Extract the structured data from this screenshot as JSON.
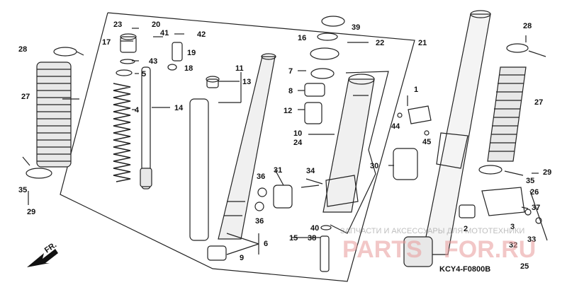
{
  "diagram": {
    "part_labels": {
      "p1": "1",
      "p2": "2",
      "p3": "3",
      "p4": "4",
      "p5": "5",
      "p6": "6",
      "p7": "7",
      "p8": "8",
      "p9": "9",
      "p10": "10",
      "p11": "11",
      "p12": "12",
      "p13": "13",
      "p14": "14",
      "p15": "15",
      "p16": "16",
      "p17": "17",
      "p18": "18",
      "p19": "19",
      "p20": "20",
      "p21": "21",
      "p22": "22",
      "p23": "23",
      "p24": "24",
      "p25": "25",
      "p26": "26",
      "p27a": "27",
      "p27b": "27",
      "p28a": "28",
      "p28b": "28",
      "p29a": "29",
      "p29b": "29",
      "p30": "30",
      "p31": "31",
      "p32": "32",
      "p33": "33",
      "p34": "34",
      "p35a": "35",
      "p35b": "35",
      "p36a": "36",
      "p36b": "36",
      "p37": "37",
      "p38": "38",
      "p39": "39",
      "p40": "40",
      "p41": "41",
      "p42": "42",
      "p43": "43",
      "p44": "44",
      "p45": "45"
    },
    "direction_label": "FR.",
    "diagram_code": "KCY4-F0800B",
    "watermark": {
      "line1": "ЗАПЧАСТИ И АКСЕССУАРЫ ДЛЯ МОТОТЕХНИКИ",
      "brand_left": "PARTS",
      "brand_right": "FOR.RU"
    }
  }
}
